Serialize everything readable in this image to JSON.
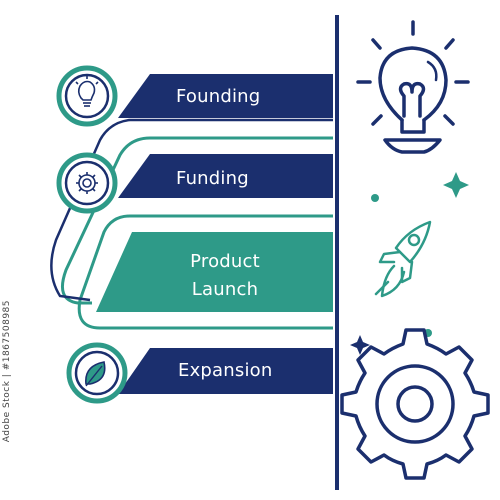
{
  "steps": [
    {
      "label": "Founding",
      "icon": "bulb-icon"
    },
    {
      "label": "Funding",
      "icon": "gear-icon"
    },
    {
      "label": "Product\nLaunch",
      "line1": "Product",
      "line2": "Launch",
      "icon": "none"
    },
    {
      "label": "Expansion",
      "icon": "leaf-icon"
    }
  ],
  "side_icons": [
    "lightbulb-icon",
    "rocket-icon",
    "gear-icon",
    "sparkle-icon"
  ],
  "stock_id": "Adobe Stock | #1867508985",
  "colors": {
    "navy": "#1b2f6e",
    "teal": "#2e9a88",
    "white": "#ffffff"
  }
}
